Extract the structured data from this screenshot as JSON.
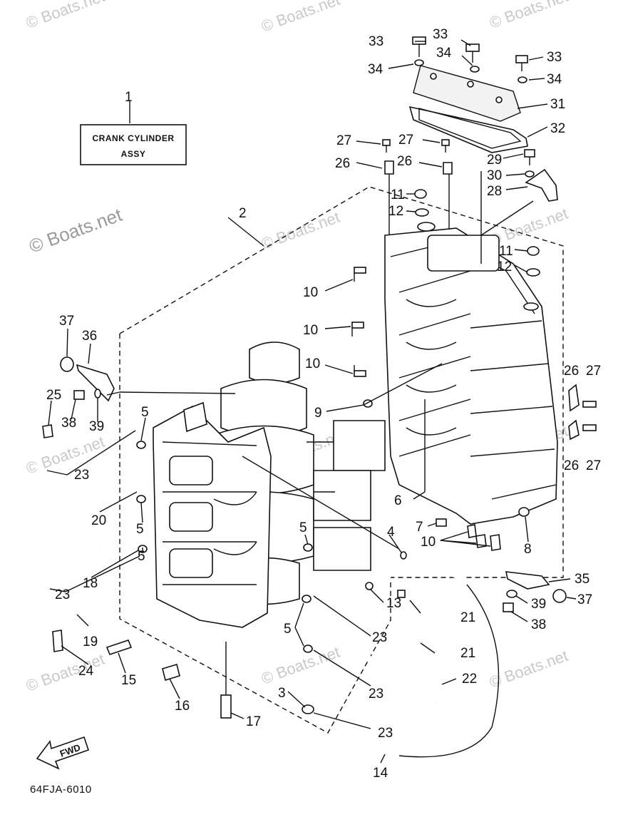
{
  "watermark": {
    "text": "© Boats.net"
  },
  "title_box": {
    "line1": "CRANK CYLINDER",
    "line2": "ASSY"
  },
  "diagram_code": "64FJA-6010",
  "fwd_label": "FWD",
  "callouts": {
    "c1": "1",
    "c2": "2",
    "c3": "3",
    "c4": "4",
    "c5a": "5",
    "c5b": "5",
    "c5c": "5",
    "c5d": "5",
    "c5e": "5",
    "c6": "6",
    "c7": "7",
    "c8": "8",
    "c9": "9",
    "c10a": "10",
    "c10b": "10",
    "c10c": "10",
    "c10d": "10",
    "c11a": "11",
    "c11b": "11",
    "c12a": "12",
    "c12b": "12",
    "c13": "13",
    "c14": "14",
    "c15": "15",
    "c16": "16",
    "c17": "17",
    "c18": "18",
    "c19": "19",
    "c20": "20",
    "c21a": "21",
    "c21b": "21",
    "c22": "22",
    "c23a": "23",
    "c23b": "23",
    "c23c": "23",
    "c23d": "23",
    "c23e": "23",
    "c24": "24",
    "c25": "25",
    "c26a": "26",
    "c26b": "26",
    "c26c": "26",
    "c26d": "26",
    "c27a": "27",
    "c27b": "27",
    "c27c": "27",
    "c27d": "27",
    "c28": "28",
    "c29": "29",
    "c30": "30",
    "c31": "31",
    "c32": "32",
    "c33a": "33",
    "c33b": "33",
    "c33c": "33",
    "c34a": "34",
    "c34b": "34",
    "c34c": "34",
    "c35": "35",
    "c36": "36",
    "c37a": "37",
    "c37b": "37",
    "c38a": "38",
    "c38b": "38",
    "c39a": "39",
    "c39b": "39"
  }
}
